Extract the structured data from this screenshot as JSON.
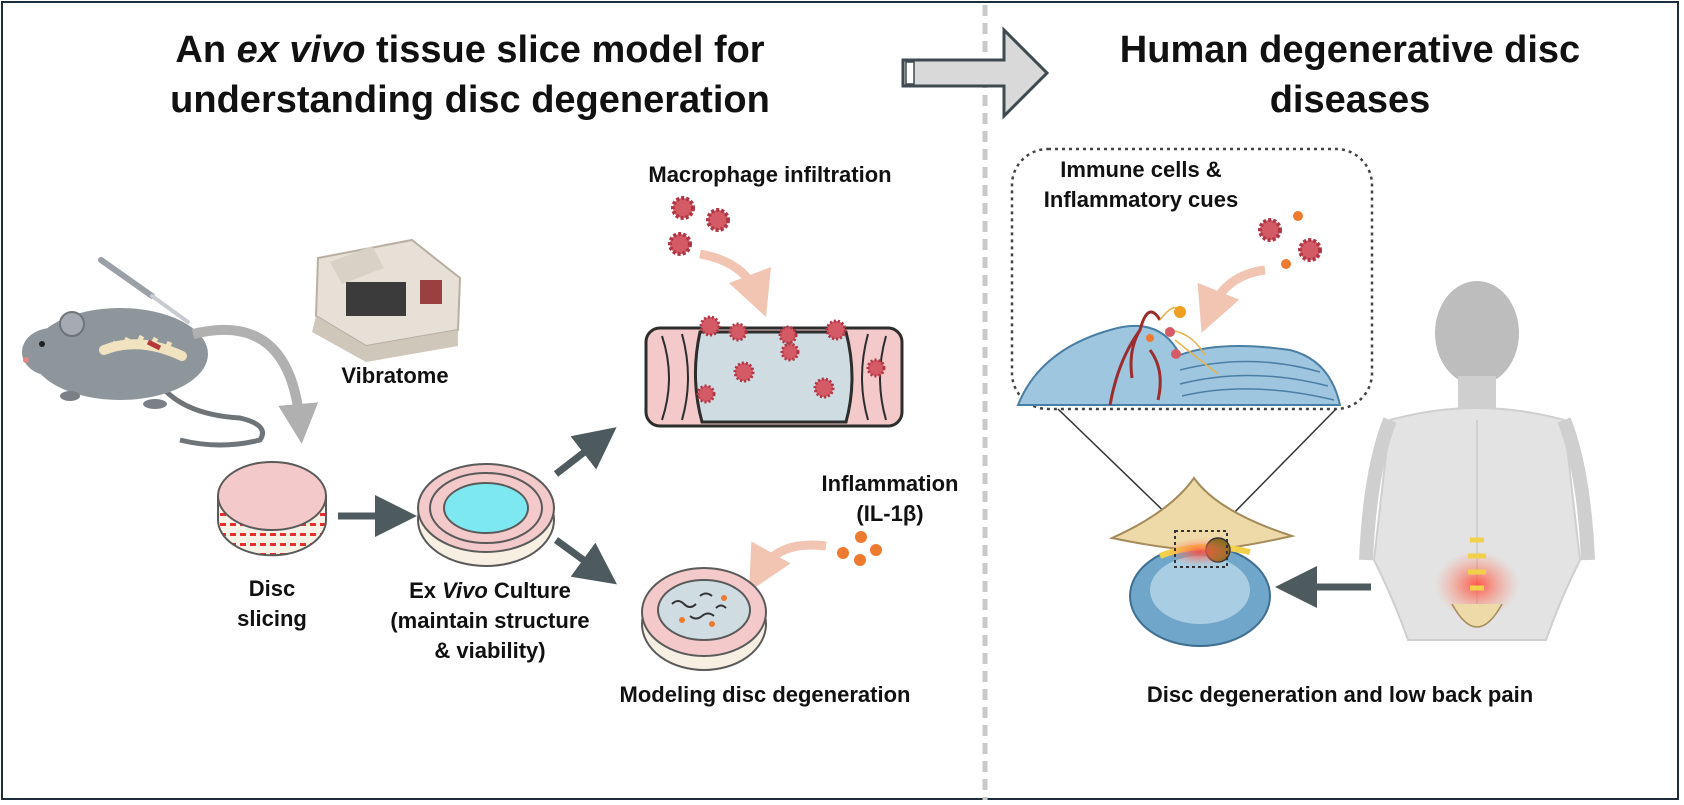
{
  "left_panel": {
    "title": {
      "line1_pre": "An ",
      "line1_em": "ex vivo",
      "line1_post": " tissue slice model for",
      "line2": "understanding disc degeneration"
    },
    "vibratome_label": "Vibratome",
    "disc_slicing_label": {
      "line1": "Disc",
      "line2": "slicing"
    },
    "culture_label": {
      "pre": "Ex ",
      "em": "Vivo",
      "post": " Culture",
      "line2": "(maintain structure",
      "line3": "& viability)"
    },
    "macrophage_label": "Macrophage infiltration",
    "inflammation_label": {
      "line1": "Inflammation",
      "line2": "(IL-1β)"
    },
    "modeling_label": "Modeling disc degeneration"
  },
  "right_panel": {
    "title": {
      "line1": "Human degenerative disc",
      "line2": "diseases"
    },
    "immune_label": {
      "line1": "Immune cells &",
      "line2": "Inflammatory cues"
    },
    "bottom_label": "Disc degeneration and low back pain"
  },
  "colors": {
    "border": "#1e2d3b",
    "arrow_dark": "#4d5a5e",
    "arrow_light": "#f2c4b2",
    "disc_pink": "#f3c9c9",
    "disc_core": "#7ee8f0",
    "macrophage": "#d45a66",
    "cytokine": "#ee7a30",
    "human_disc": "#6fa6c9",
    "body_gray": "#d8d8d8"
  }
}
